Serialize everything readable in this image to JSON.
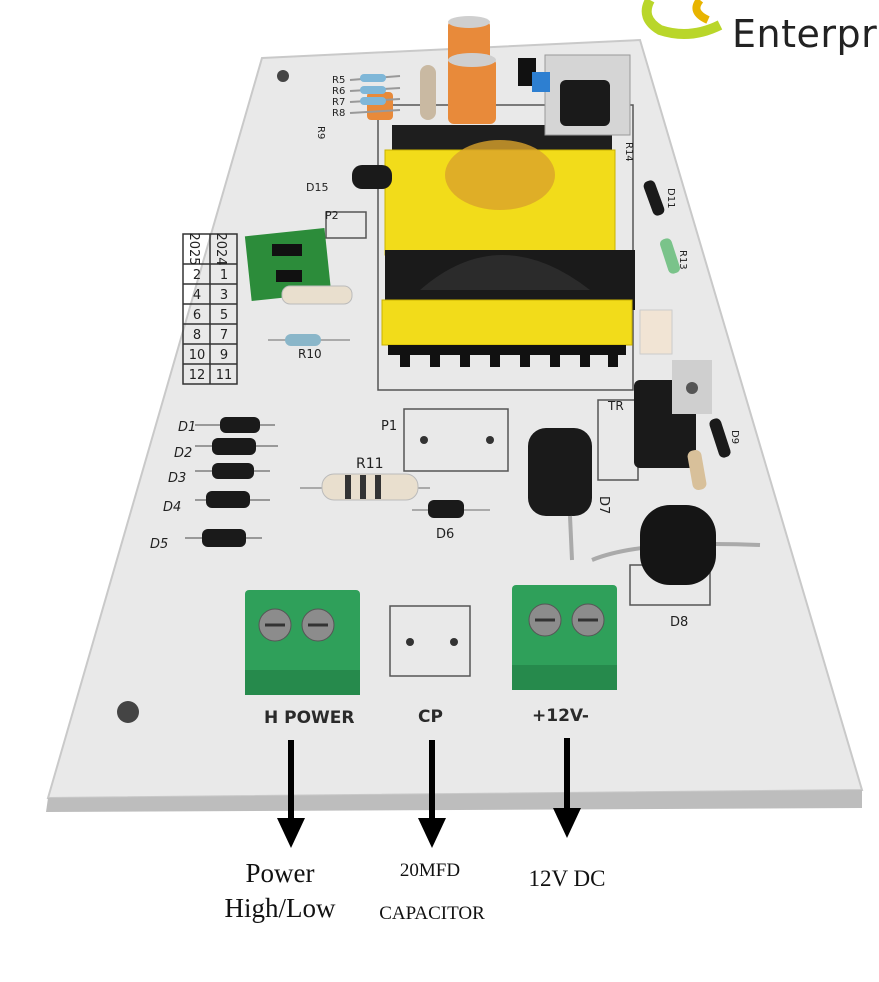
{
  "brand": {
    "text": "Enterpr"
  },
  "pcb": {
    "component_labels": {
      "r5": "R5",
      "r6": "R6",
      "r7": "R7",
      "r8": "R8",
      "r9": "R9",
      "p2": "P2",
      "d15": "D15",
      "r10": "R10",
      "d1": "D1",
      "d2": "D2",
      "d3": "D3",
      "d4": "D4",
      "d5": "D5",
      "p1": "P1",
      "r11": "R11",
      "d6": "D6",
      "d7": "D7",
      "d8": "D8",
      "tr": "TR",
      "r13": "R13",
      "r14": "R14",
      "d11": "D11",
      "d9": "D9"
    },
    "date_table": {
      "headers": [
        "2024",
        "2025"
      ],
      "rows": [
        [
          "1",
          "2"
        ],
        [
          "3",
          "4"
        ],
        [
          "5",
          "6"
        ],
        [
          "7",
          "8"
        ],
        [
          "9",
          "10"
        ],
        [
          "11",
          "12"
        ]
      ]
    },
    "terminal_labels": {
      "power": "H POWER",
      "cp": "CP",
      "dc": "+12V-"
    }
  },
  "captions": {
    "power_line1": "Power",
    "power_line2": "High/Low",
    "cap_line1": "20MFD",
    "cap_line2": "CAPACITOR",
    "dc": "12V DC"
  }
}
